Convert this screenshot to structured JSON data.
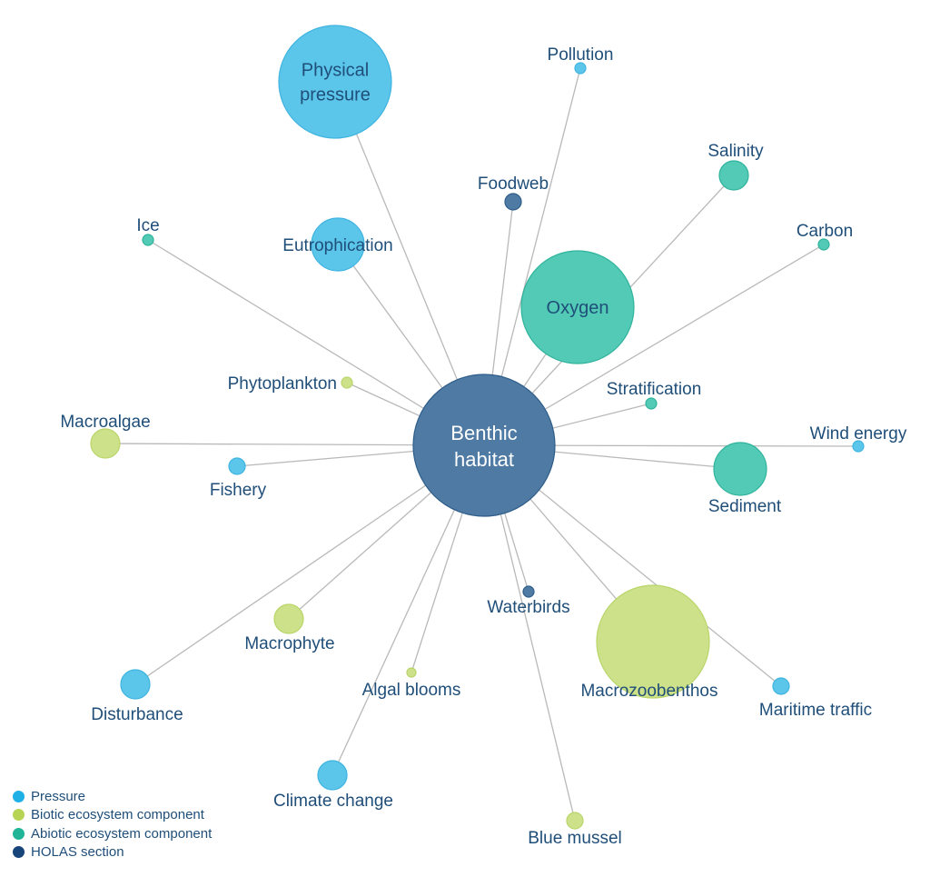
{
  "categories": {
    "pressure": {
      "label": "Pressure",
      "color": "#5bc5ea",
      "stroke": "#3fb4e0"
    },
    "biotic": {
      "label": "Biotic ecosystem component",
      "color": "#cde18a",
      "stroke": "#b9d56a"
    },
    "abiotic": {
      "label": "Abiotic ecosystem component",
      "color": "#52cab5",
      "stroke": "#2fb39c"
    },
    "holas": {
      "label": "HOLAS section",
      "color": "#4e7aa3",
      "stroke": "#2e5d8a"
    }
  },
  "legend": [
    {
      "key": "pressure",
      "label": "Pressure"
    },
    {
      "key": "biotic",
      "label": "Biotic ecosystem component"
    },
    {
      "key": "abiotic",
      "label": "Abiotic ecosystem component"
    },
    {
      "key": "holas",
      "label": "HOLAS section"
    }
  ],
  "center": {
    "label_lines": [
      "Benthic",
      "habitat"
    ],
    "category": "holas"
  },
  "nodes": [
    {
      "id": "physical-pressure",
      "label_lines": [
        "Physical",
        "pressure"
      ],
      "category": "pressure",
      "size": "xl",
      "label_inside": true
    },
    {
      "id": "pollution",
      "label_lines": [
        "Pollution"
      ],
      "category": "pressure",
      "size": "xs"
    },
    {
      "id": "foodweb",
      "label_lines": [
        "Foodweb"
      ],
      "category": "holas",
      "size": "s"
    },
    {
      "id": "salinity",
      "label_lines": [
        "Salinity"
      ],
      "category": "abiotic",
      "size": "m"
    },
    {
      "id": "carbon",
      "label_lines": [
        "Carbon"
      ],
      "category": "abiotic",
      "size": "xs"
    },
    {
      "id": "ice",
      "label_lines": [
        "Ice"
      ],
      "category": "abiotic",
      "size": "xs"
    },
    {
      "id": "eutrophication",
      "label_lines": [
        "Eutrophication"
      ],
      "category": "pressure",
      "size": "l"
    },
    {
      "id": "oxygen",
      "label_lines": [
        "Oxygen"
      ],
      "category": "abiotic",
      "size": "xl",
      "label_inside": true
    },
    {
      "id": "phytoplankton",
      "label_lines": [
        "Phytoplankton"
      ],
      "category": "biotic",
      "size": "xs"
    },
    {
      "id": "stratification",
      "label_lines": [
        "Stratification"
      ],
      "category": "abiotic",
      "size": "xs"
    },
    {
      "id": "macroalgae",
      "label_lines": [
        "Macroalgae"
      ],
      "category": "biotic",
      "size": "m"
    },
    {
      "id": "wind-energy",
      "label_lines": [
        "Wind energy"
      ],
      "category": "pressure",
      "size": "xs"
    },
    {
      "id": "fishery",
      "label_lines": [
        "Fishery"
      ],
      "category": "pressure",
      "size": "s"
    },
    {
      "id": "sediment",
      "label_lines": [
        "Sediment"
      ],
      "category": "abiotic",
      "size": "l"
    },
    {
      "id": "waterbirds",
      "label_lines": [
        "Waterbirds"
      ],
      "category": "holas",
      "size": "xs"
    },
    {
      "id": "macrophyte",
      "label_lines": [
        "Macrophyte"
      ],
      "category": "biotic",
      "size": "m"
    },
    {
      "id": "macrozoobenthos",
      "label_lines": [
        "Macrozoobenthos"
      ],
      "category": "biotic",
      "size": "xl"
    },
    {
      "id": "algal-blooms",
      "label_lines": [
        "Algal blooms"
      ],
      "category": "biotic",
      "size": "xxs"
    },
    {
      "id": "maritime-traffic",
      "label_lines": [
        "Maritime traffic"
      ],
      "category": "pressure",
      "size": "s"
    },
    {
      "id": "disturbance",
      "label_lines": [
        "Disturbance"
      ],
      "category": "pressure",
      "size": "m"
    },
    {
      "id": "climate-change",
      "label_lines": [
        "Climate change"
      ],
      "category": "pressure",
      "size": "m"
    },
    {
      "id": "blue-mussel",
      "label_lines": [
        "Blue mussel"
      ],
      "category": "biotic",
      "size": "s"
    }
  ]
}
